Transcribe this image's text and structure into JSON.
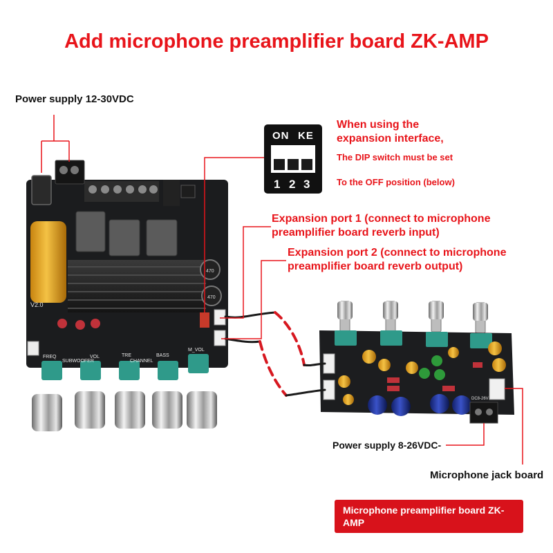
{
  "title": "Add microphone preamplifier board ZK-AMP",
  "labels": {
    "power_supply_main": "Power supply 12-30VDC",
    "power_supply_preamp": "Power supply 8-26VDC-",
    "microphone_jack_board": "Microphone jack board"
  },
  "dip_note": {
    "line1": "When using the",
    "line2": "expansion interface,",
    "line3": "The DIP switch must be set",
    "line4": "To the OFF position (below)"
  },
  "dip_switch": {
    "on_label": "ON",
    "brand_label": "KE",
    "numbers": [
      "1",
      "2",
      "3"
    ]
  },
  "expansion_port_1": {
    "line1": "Expansion port 1 (connect to microphone",
    "line2": "preamplifier board reverb input)"
  },
  "expansion_port_2": {
    "line1": "Expansion port 2 (connect to microphone",
    "line2": "preamplifier board reverb output)"
  },
  "main_board": {
    "version": "V2.0",
    "capacitor_label": "470",
    "knob_labels": [
      "FREQ",
      "SUBWOOFER",
      "VOL",
      "TRE",
      "CHANNEL",
      "BASS",
      "M_VOL"
    ]
  },
  "preamp_board": {
    "power_connector_label": "DC8-26V"
  },
  "badge": "Microphone preamplifier board ZK-AMP",
  "colors": {
    "accent_red": "#e8141a",
    "badge_red": "#d8121b",
    "pcb": "#1b1c1e",
    "pot_teal": "#2f9a8a"
  }
}
